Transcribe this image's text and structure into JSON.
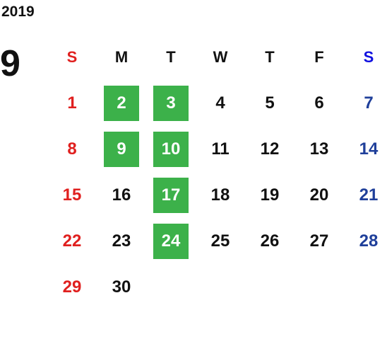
{
  "year": "2019",
  "month": "9",
  "colors": {
    "sunday": "#e0201f",
    "saturday": "#1f3f9a",
    "saturday_header": "#1010e0",
    "highlight": "#3cb14a"
  },
  "weekdays": [
    "S",
    "M",
    "T",
    "W",
    "T",
    "F",
    "S"
  ],
  "weeks": [
    [
      {
        "day": "1",
        "marked": false
      },
      {
        "day": "2",
        "marked": true
      },
      {
        "day": "3",
        "marked": true
      },
      {
        "day": "4",
        "marked": false
      },
      {
        "day": "5",
        "marked": false
      },
      {
        "day": "6",
        "marked": false
      },
      {
        "day": "7",
        "marked": false
      }
    ],
    [
      {
        "day": "8",
        "marked": false
      },
      {
        "day": "9",
        "marked": true
      },
      {
        "day": "10",
        "marked": true
      },
      {
        "day": "11",
        "marked": false
      },
      {
        "day": "12",
        "marked": false
      },
      {
        "day": "13",
        "marked": false
      },
      {
        "day": "14",
        "marked": false
      }
    ],
    [
      {
        "day": "15",
        "marked": false
      },
      {
        "day": "16",
        "marked": false
      },
      {
        "day": "17",
        "marked": true
      },
      {
        "day": "18",
        "marked": false
      },
      {
        "day": "19",
        "marked": false
      },
      {
        "day": "20",
        "marked": false
      },
      {
        "day": "21",
        "marked": false
      }
    ],
    [
      {
        "day": "22",
        "marked": false
      },
      {
        "day": "23",
        "marked": false
      },
      {
        "day": "24",
        "marked": true
      },
      {
        "day": "25",
        "marked": false
      },
      {
        "day": "26",
        "marked": false
      },
      {
        "day": "27",
        "marked": false
      },
      {
        "day": "28",
        "marked": false
      }
    ],
    [
      {
        "day": "29",
        "marked": false
      },
      {
        "day": "30",
        "marked": false
      },
      {
        "day": "",
        "marked": false
      },
      {
        "day": "",
        "marked": false
      },
      {
        "day": "",
        "marked": false
      },
      {
        "day": "",
        "marked": false
      },
      {
        "day": "",
        "marked": false
      }
    ]
  ]
}
